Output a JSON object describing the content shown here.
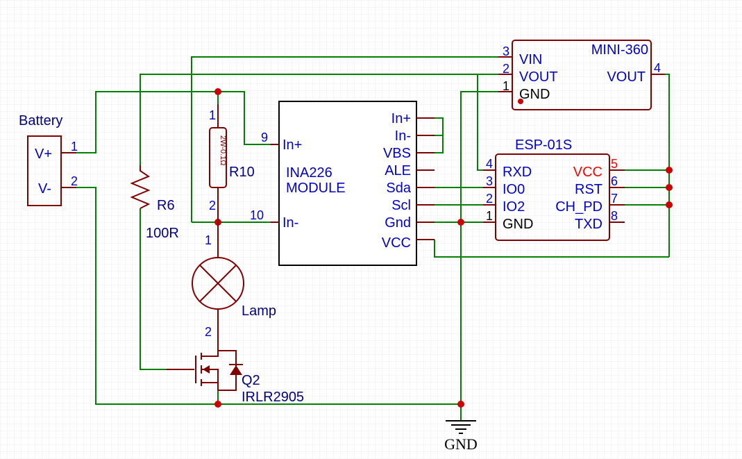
{
  "colors": {
    "wire": "#008000",
    "symbol": "#800000",
    "ic_outline": "#000000",
    "text": "#0000cc",
    "junction": "#cc0000",
    "grid": "#e8e8e8",
    "highlight_pin": "#ff0000"
  },
  "battery": {
    "name": "Battery",
    "pin_labels": [
      "V+",
      "V-"
    ],
    "pin_numbers": [
      "1",
      "2"
    ]
  },
  "r6": {
    "ref": "R6",
    "value": "100R"
  },
  "r10": {
    "ref": "R10",
    "body_text": "2W-0.1Ω",
    "pin_numbers": [
      "1",
      "2"
    ]
  },
  "lamp": {
    "name": "Lamp",
    "pin_numbers": [
      "1",
      "2"
    ]
  },
  "q2": {
    "ref": "Q2",
    "value": "IRLR2905"
  },
  "ina226": {
    "title": "INA226",
    "subtitle": "MODULE",
    "left_pins": [
      {
        "num": "9",
        "name": "In+"
      },
      {
        "num": "10",
        "name": "In-"
      }
    ],
    "right_pins": [
      "In+",
      "In-",
      "VBS",
      "ALE",
      "Sda",
      "Scl",
      "Gnd",
      "VCC"
    ]
  },
  "mini360": {
    "name": "MINI-360",
    "left_pins": [
      {
        "num": "3",
        "name": "VIN"
      },
      {
        "num": "2",
        "name": "VOUT"
      },
      {
        "num": "1",
        "name": "GND"
      }
    ],
    "right_pin": {
      "num": "4",
      "name": "VOUT"
    }
  },
  "esp01s": {
    "name": "ESP-01S",
    "left_pins": [
      {
        "num": "4",
        "name": "RXD"
      },
      {
        "num": "3",
        "name": "IO0"
      },
      {
        "num": "2",
        "name": "IO2"
      },
      {
        "num": "1",
        "name": "GND"
      }
    ],
    "right_pins": [
      {
        "num": "5",
        "name": "VCC"
      },
      {
        "num": "6",
        "name": "RST"
      },
      {
        "num": "7",
        "name": "CH_PD"
      },
      {
        "num": "8",
        "name": "TXD"
      }
    ]
  },
  "gnd": {
    "label": "GND"
  }
}
